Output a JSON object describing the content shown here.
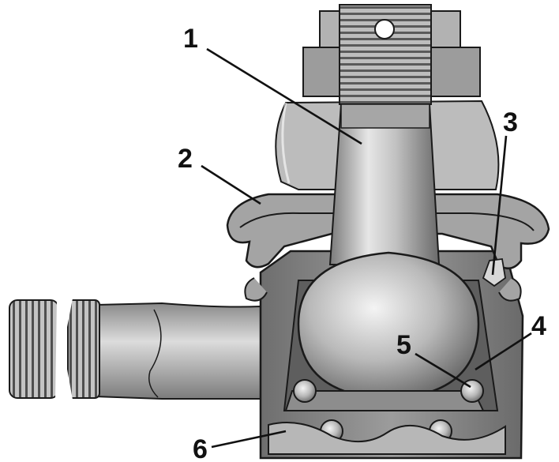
{
  "figure": {
    "callouts": [
      {
        "id": "1",
        "label": "1"
      },
      {
        "id": "2",
        "label": "2"
      },
      {
        "id": "3",
        "label": "3"
      },
      {
        "id": "4",
        "label": "4"
      },
      {
        "id": "5",
        "label": "5"
      },
      {
        "id": "6",
        "label": "6"
      }
    ],
    "colors": {
      "outline": "#1a1a1a",
      "metal_light": "#d4d4d4",
      "metal_mid": "#a9a9a9",
      "metal_dark": "#6f6f6f",
      "housing": "#8a8a8a",
      "boot": "#9a9a9a"
    }
  }
}
